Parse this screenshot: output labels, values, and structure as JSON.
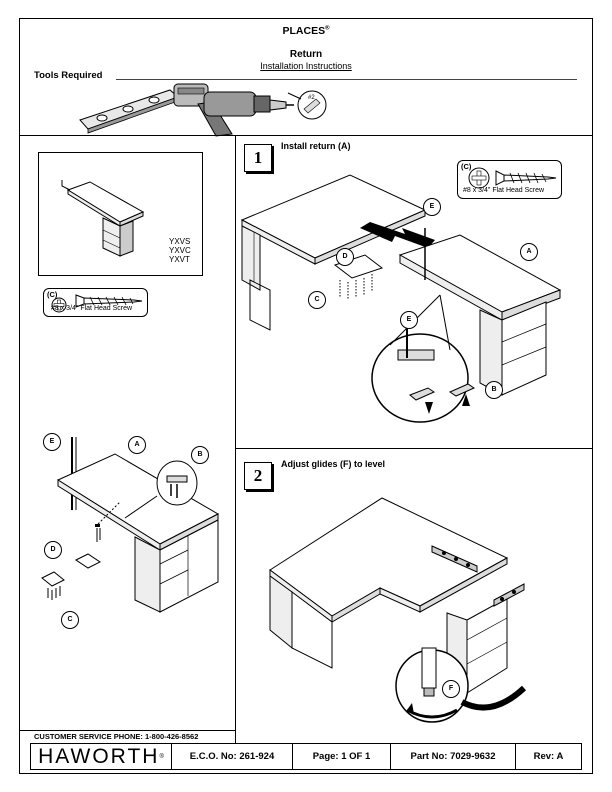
{
  "header": {
    "brand": "PLACES",
    "brand_mark": "®",
    "title": "Return",
    "subtitle": "Installation Instructions"
  },
  "tools": {
    "label": "Tools Required",
    "bit_label": "#2"
  },
  "models": [
    "YXVS",
    "YXVC",
    "YXVT"
  ],
  "screw": {
    "letter": "(C)",
    "description": "#8 x 3/4\" Flat Head Screw"
  },
  "steps": [
    {
      "number": "1",
      "text": "Install return (A)"
    },
    {
      "number": "2",
      "text": "Adjust glides (F) to level"
    }
  ],
  "callouts": {
    "A": "A",
    "B": "B",
    "C": "C",
    "D": "D",
    "E": "E",
    "F": "F"
  },
  "footer": {
    "phone": "CUSTOMER SERVICE PHONE: 1-800-426-8562",
    "logo": "HAWORTH",
    "logo_mark": "®",
    "eco": "E.C.O. No: 261-924",
    "page": "Page:  1 OF 1",
    "part": "Part No:  7029-9632",
    "rev": "Rev:  A"
  }
}
